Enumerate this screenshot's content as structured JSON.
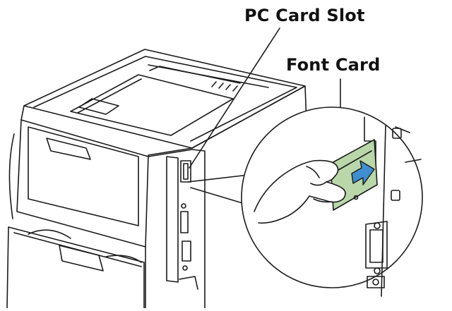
{
  "labels": {
    "pc_card_slot": "PC Card Slot",
    "font_card": "Font Card"
  },
  "colors": {
    "line": "#1a1a1a",
    "card_fill": "#b9d7a8",
    "arrow_fill": "#3f8fd0",
    "background": "#ffffff"
  },
  "icons": {
    "printer": "printer-drawing",
    "magnifier": "detail-circle",
    "hand": "hand-drawing",
    "arrow": "insert-direction-arrow"
  }
}
